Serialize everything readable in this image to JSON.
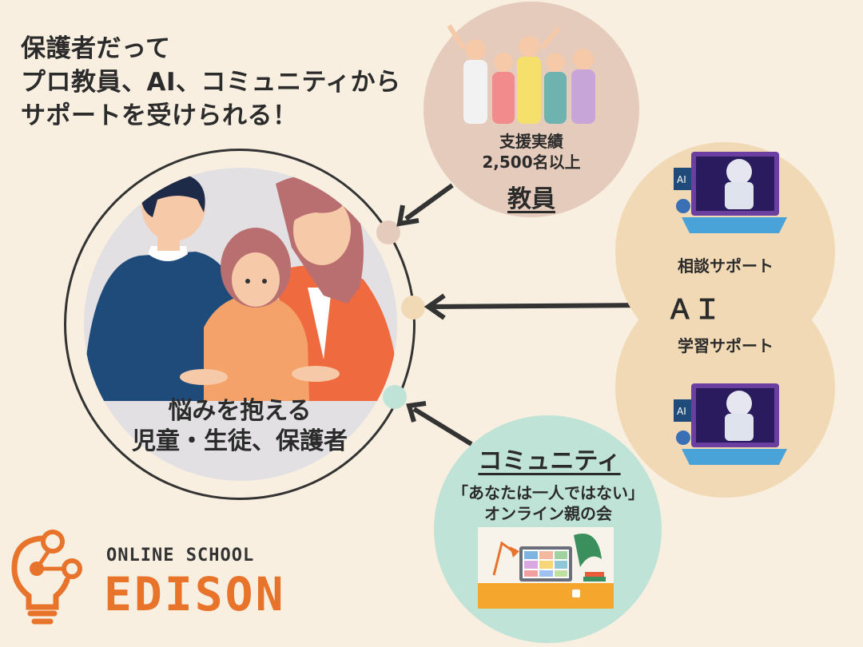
{
  "headline": "保護者だって\nプロ教員、AI、コミュニティから\nサポートを受けられる！",
  "center": {
    "caption_line1": "悩みを抱える",
    "caption_line2": "児童・生徒、保護者"
  },
  "teachers": {
    "stat_line1": "支援実績",
    "stat_line2": "2,500名以上",
    "title": "教員"
  },
  "ai": {
    "top_label": "相談サポート",
    "title": "ＡＩ",
    "bottom_label": "学習サポート",
    "screen_badge": "AI"
  },
  "community": {
    "title": "コミュニティ",
    "quote": "「あなたは一人ではない」",
    "subtitle": "オンライン親の会"
  },
  "logo": {
    "subtitle": "ONLINE SCHOOL",
    "name": "EDISON"
  },
  "colors": {
    "background": "#f8efe1",
    "teachers_bubble": "#e5cbbc",
    "ai_bubble": "#f1d9b5",
    "community_bubble": "#bfe3d6",
    "brand_orange": "#e8742c"
  }
}
